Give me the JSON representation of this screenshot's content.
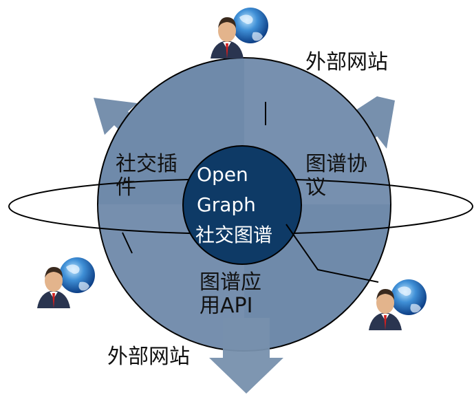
{
  "center": {
    "line1": "Open",
    "line2": "Graph",
    "line3": "社交图谱"
  },
  "segments": {
    "social_plugin": {
      "line1": "社交插",
      "line2": "件"
    },
    "graph_protocol": {
      "line1": "图谱协",
      "line2": "议"
    },
    "graph_api": {
      "line1": "图谱应",
      "line2": "用API"
    }
  },
  "external": {
    "top_right": "外部网站",
    "bottom_left": "外部网站"
  },
  "colors": {
    "outer_circle": "#6f8aaa",
    "inner_circle": "#0e3a66",
    "arrow": "#7790ad",
    "stroke": "#000000"
  },
  "icons": [
    "user-globe-icon",
    "user-globe-icon",
    "user-globe-icon"
  ]
}
